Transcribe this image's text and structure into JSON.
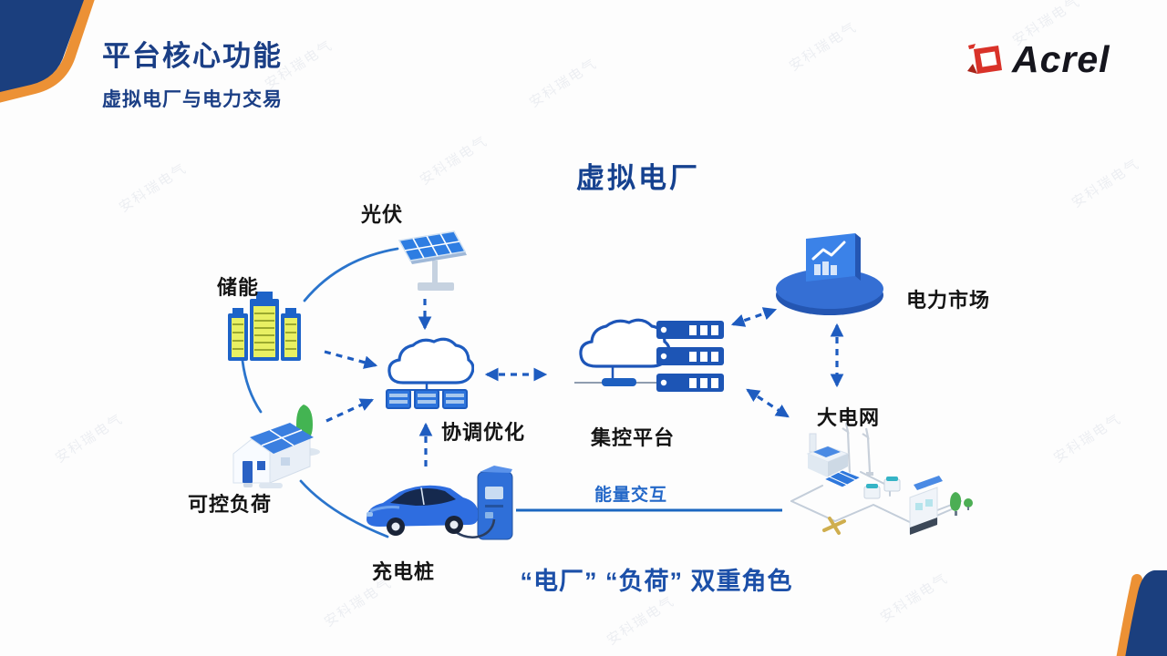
{
  "slide": {
    "watermark": "安科瑞电气"
  },
  "header": {
    "title": "平台核心功能",
    "subtitle": "虚拟电厂与电力交易"
  },
  "logo": {
    "text": "Acrel"
  },
  "diagram": {
    "title": "虚拟电厂",
    "caption": "“电厂” “负荷” 双重角色",
    "nodes": {
      "solar": "光伏",
      "storage": "储能",
      "load": "可控负荷",
      "charger": "充电桩",
      "optimize": "协调优化",
      "platform": "集控平台",
      "market": "电力市场",
      "grid": "大电网",
      "energy": "能量交互"
    },
    "colors": {
      "arrow_blue": "#1e5cc0",
      "title_blue": "#15418f",
      "caption_blue": "#1b4fa8",
      "accent_orange": "#ec9135",
      "corner_navy": "#1b3f7e",
      "logo_red": "#d93229"
    }
  }
}
